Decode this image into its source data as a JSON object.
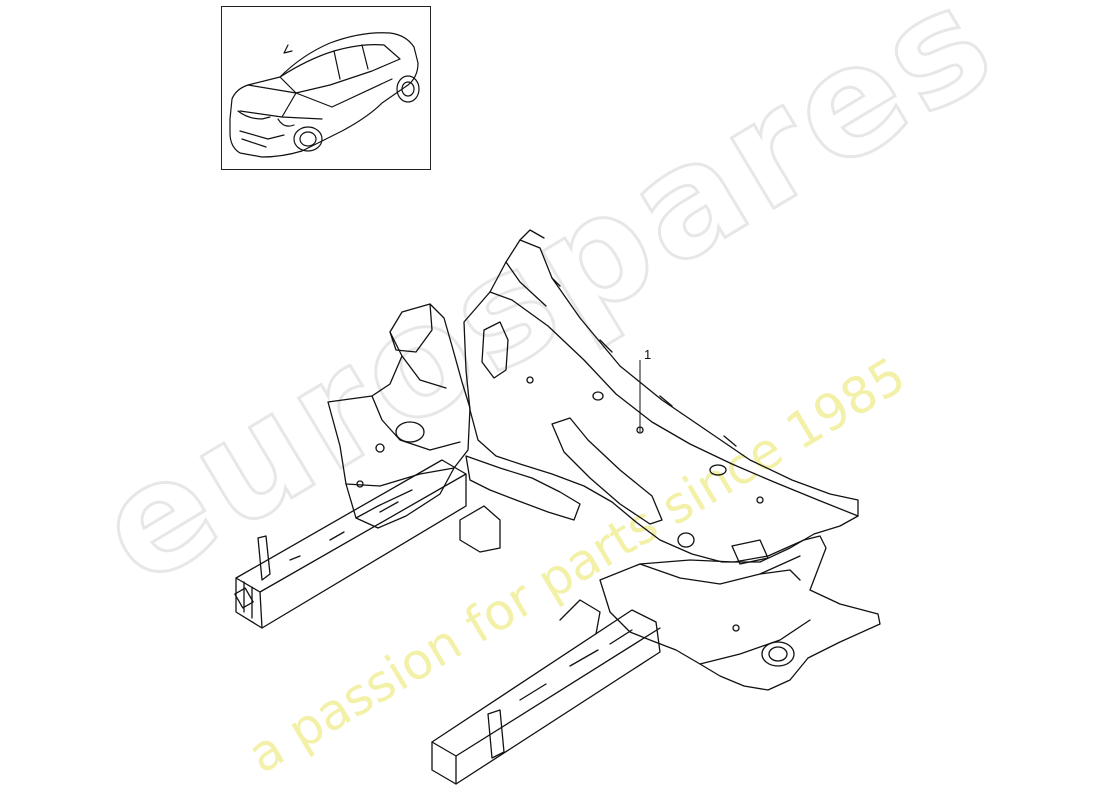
{
  "watermark": {
    "brand": "eurospares",
    "tagline": "a passion for parts since 1985",
    "brand_color": "#e7e7e7",
    "tagline_color": "#f3f0a8"
  },
  "thumbnail": {
    "subject": "car-overview-icon"
  },
  "diagram": {
    "subject": "front-end-body-structure",
    "callouts": [
      {
        "label": "1"
      }
    ]
  }
}
